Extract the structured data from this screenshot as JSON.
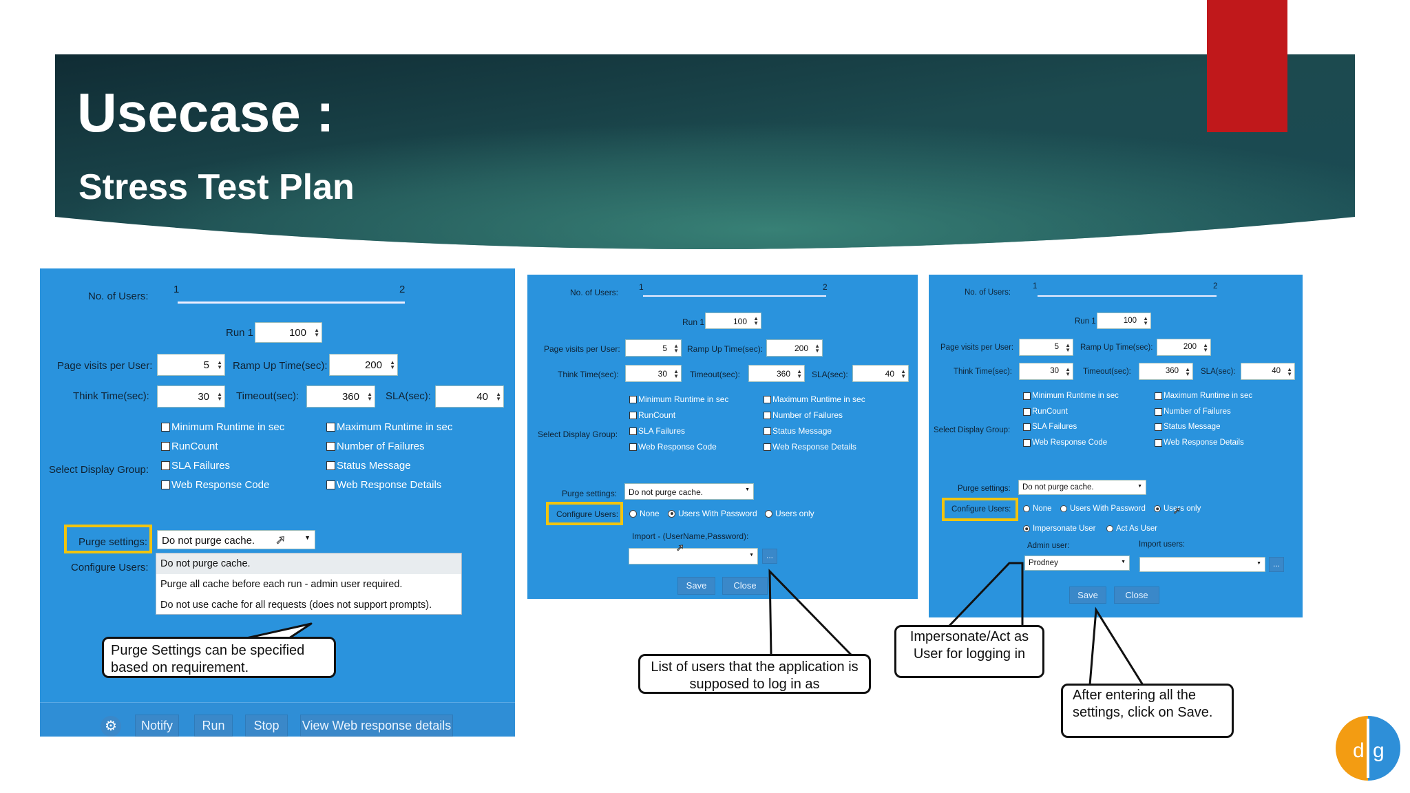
{
  "slide": {
    "title": "Usecase :",
    "subtitle": "Stress Test Plan"
  },
  "colors": {
    "banner_dark": "#14383f",
    "banner_light": "#2d6e6a",
    "accent_red": "#c0181b",
    "panel_blue": "#2a93dd",
    "highlight_yellow": "#f1c40f"
  },
  "panel1": {
    "no_of_users_label": "No. of Users:",
    "slider_min": "1",
    "slider_max": "2",
    "run_label": "Run 1",
    "run_value": "100",
    "page_visits_label": "Page visits per User:",
    "page_visits_value": "5",
    "ramp_up_label": "Ramp Up Time(sec):",
    "ramp_up_value": "200",
    "think_time_label": "Think Time(sec):",
    "think_time_value": "30",
    "timeout_label": "Timeout(sec):",
    "timeout_value": "360",
    "sla_label": "SLA(sec):",
    "sla_value": "40",
    "display_group_label": "Select Display Group:",
    "display_options": [
      "Minimum Runtime in sec",
      "Maximum Runtime in sec",
      "RunCount",
      "Number of Failures",
      "SLA Failures",
      "Status Message",
      "Web Response Code",
      "Web Response Details"
    ],
    "purge_label": "Purge settings:",
    "purge_value": "Do not purge cache.",
    "configure_users_label": "Configure Users:",
    "purge_options": [
      "Do not purge cache.",
      "Purge all cache before each run - admin user required.",
      "Do not use cache for all requests (does not support prompts)."
    ],
    "toolbar": [
      "Notify",
      "Run",
      "Stop",
      "View Web response details"
    ]
  },
  "panel2": {
    "no_of_users_label": "No. of Users:",
    "slider_min": "1",
    "slider_max": "2",
    "run_label": "Run 1",
    "run_value": "100",
    "page_visits_label": "Page visits per User:",
    "page_visits_value": "5",
    "ramp_up_label": "Ramp Up Time(sec):",
    "ramp_up_value": "200",
    "think_time_label": "Think Time(sec):",
    "think_time_value": "30",
    "timeout_label": "Timeout(sec):",
    "timeout_value": "360",
    "sla_label": "SLA(sec):",
    "sla_value": "40",
    "display_group_label": "Select Display Group:",
    "display_options": [
      "Minimum Runtime in sec",
      "Maximum Runtime in sec",
      "RunCount",
      "Number of Failures",
      "SLA Failures",
      "Status Message",
      "Web Response Code",
      "Web Response Details"
    ],
    "purge_label": "Purge settings:",
    "purge_value": "Do not purge cache.",
    "configure_users_label": "Configure Users:",
    "radio_none": "None",
    "radio_users_password": "Users With Password",
    "radio_users_only": "Users only",
    "import_label": "Import - (UserName,Password):",
    "browse_label": "...",
    "save_label": "Save",
    "close_label": "Close"
  },
  "panel3": {
    "no_of_users_label": "No. of Users:",
    "slider_min": "1",
    "slider_max": "2",
    "run_label": "Run 1",
    "run_value": "100",
    "page_visits_label": "Page visits per User:",
    "page_visits_value": "5",
    "ramp_up_label": "Ramp Up Time(sec):",
    "ramp_up_value": "200",
    "think_time_label": "Think Time(sec):",
    "think_time_value": "30",
    "timeout_label": "Timeout(sec):",
    "timeout_value": "360",
    "sla_label": "SLA(sec):",
    "sla_value": "40",
    "display_group_label": "Select Display Group:",
    "display_options": [
      "Minimum Runtime in sec",
      "Maximum Runtime in sec",
      "RunCount",
      "Number of Failures",
      "SLA Failures",
      "Status Message",
      "Web Response Code",
      "Web Response Details"
    ],
    "purge_label": "Purge settings:",
    "purge_value": "Do not purge cache.",
    "configure_users_label": "Configure Users:",
    "radio_none": "None",
    "radio_users_password": "Users With Password",
    "radio_users_only": "Users only",
    "radio_impersonate": "Impersonate User",
    "radio_act_as": "Act As User",
    "admin_user_label": "Admin user:",
    "admin_user_value": "Prodney",
    "import_users_label": "Import users:",
    "browse_label": "...",
    "save_label": "Save",
    "close_label": "Close"
  },
  "callouts": {
    "purge": "Purge Settings can be specified based on requirement.",
    "users_list": "List of users that the application is supposed to log in as",
    "impersonate": "Impersonate/Act as User for logging in",
    "save": "After entering all the settings, click on Save."
  }
}
